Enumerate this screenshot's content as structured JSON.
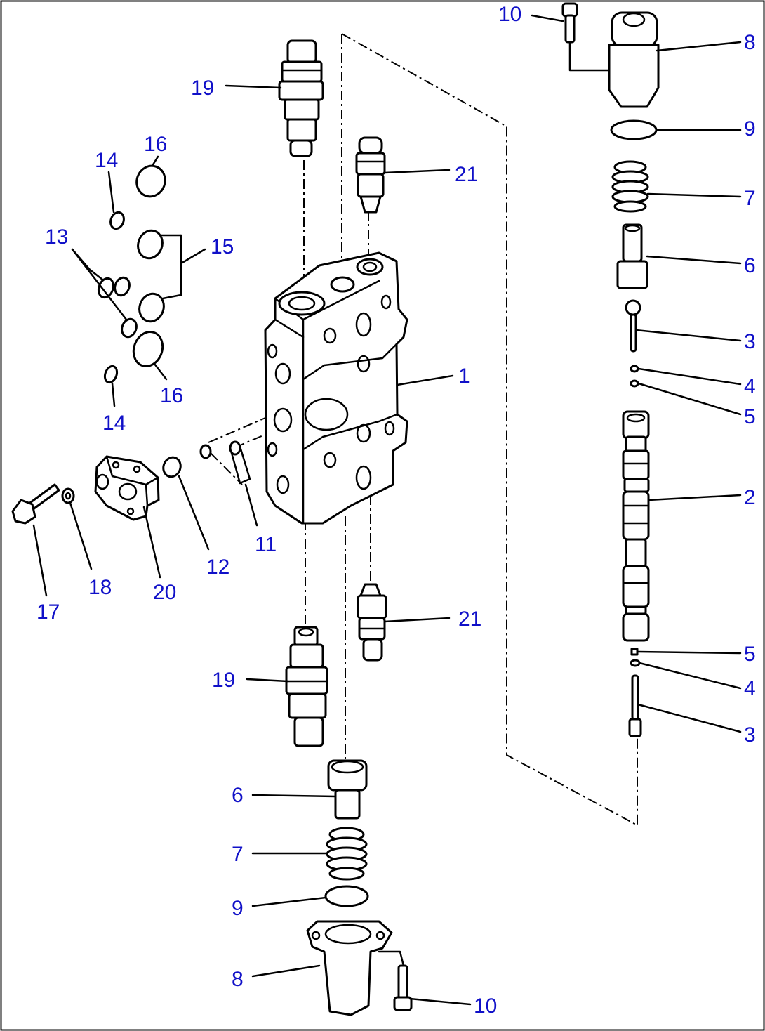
{
  "diagram": {
    "colors": {
      "callout": "#1010c8",
      "line": "#000000",
      "background": "#ffffff"
    },
    "callouts": [
      {
        "label": "10"
      },
      {
        "label": "8"
      },
      {
        "label": "9"
      },
      {
        "label": "7"
      },
      {
        "label": "6"
      },
      {
        "label": "3"
      },
      {
        "label": "4"
      },
      {
        "label": "5"
      },
      {
        "label": "2"
      },
      {
        "label": "5"
      },
      {
        "label": "4"
      },
      {
        "label": "3"
      },
      {
        "label": "19"
      },
      {
        "label": "16"
      },
      {
        "label": "14"
      },
      {
        "label": "21"
      },
      {
        "label": "13"
      },
      {
        "label": "15"
      },
      {
        "label": "1"
      },
      {
        "label": "16"
      },
      {
        "label": "14"
      },
      {
        "label": "11"
      },
      {
        "label": "12"
      },
      {
        "label": "18"
      },
      {
        "label": "20"
      },
      {
        "label": "17"
      },
      {
        "label": "21"
      },
      {
        "label": "19"
      },
      {
        "label": "6"
      },
      {
        "label": "7"
      },
      {
        "label": "9"
      },
      {
        "label": "8"
      },
      {
        "label": "10"
      }
    ]
  }
}
